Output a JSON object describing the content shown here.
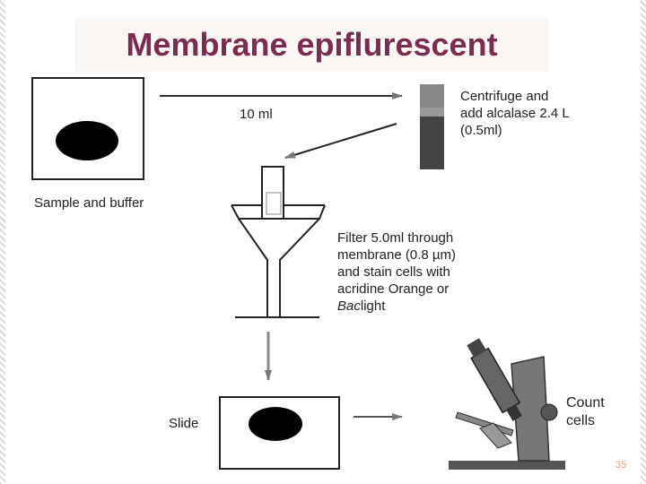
{
  "slide": {
    "title": "Membrane epiflurescent",
    "page_number": "35"
  },
  "diagram": {
    "volume_label": "10 ml",
    "sample_label": "Sample and buffer",
    "centrifuge_lines": [
      "Centrifuge and",
      "add alcalase 2.4 L",
      "(0.5ml)"
    ],
    "filter_lines": [
      "Filter 5.0ml through",
      "membrane (0.8 µm)",
      "and stain cells with",
      "acridine Orange or"
    ],
    "filter_last_line_italic": "Bac",
    "filter_last_line_rest": "light",
    "slide_label": "Slide",
    "count_lines": [
      "Count",
      "cells"
    ]
  },
  "colors": {
    "title": "#7b2c52",
    "title_box": "#fbf7f5",
    "page_number": "#e0a880",
    "line": "#333333",
    "sample_ink": "#000000"
  }
}
